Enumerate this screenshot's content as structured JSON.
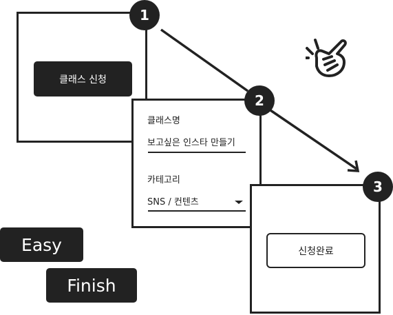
{
  "steps": [
    {
      "number": "1",
      "button_label": "클래스 신청"
    },
    {
      "number": "2",
      "fields": [
        {
          "label": "클래스명",
          "value": "보고싶은 인스타 만들기"
        },
        {
          "label": "카테고리",
          "value": "SNS / 컨텐츠"
        }
      ]
    },
    {
      "number": "3",
      "button_label": "신청완료"
    }
  ],
  "tags": [
    "Easy",
    "Finish"
  ],
  "icons": {
    "hand": "finger-snap-icon",
    "dropdown": "chevron-down-icon"
  },
  "colors": {
    "ink": "#222222",
    "background": "#ffffff",
    "text_on_dark": "#ffffff"
  }
}
